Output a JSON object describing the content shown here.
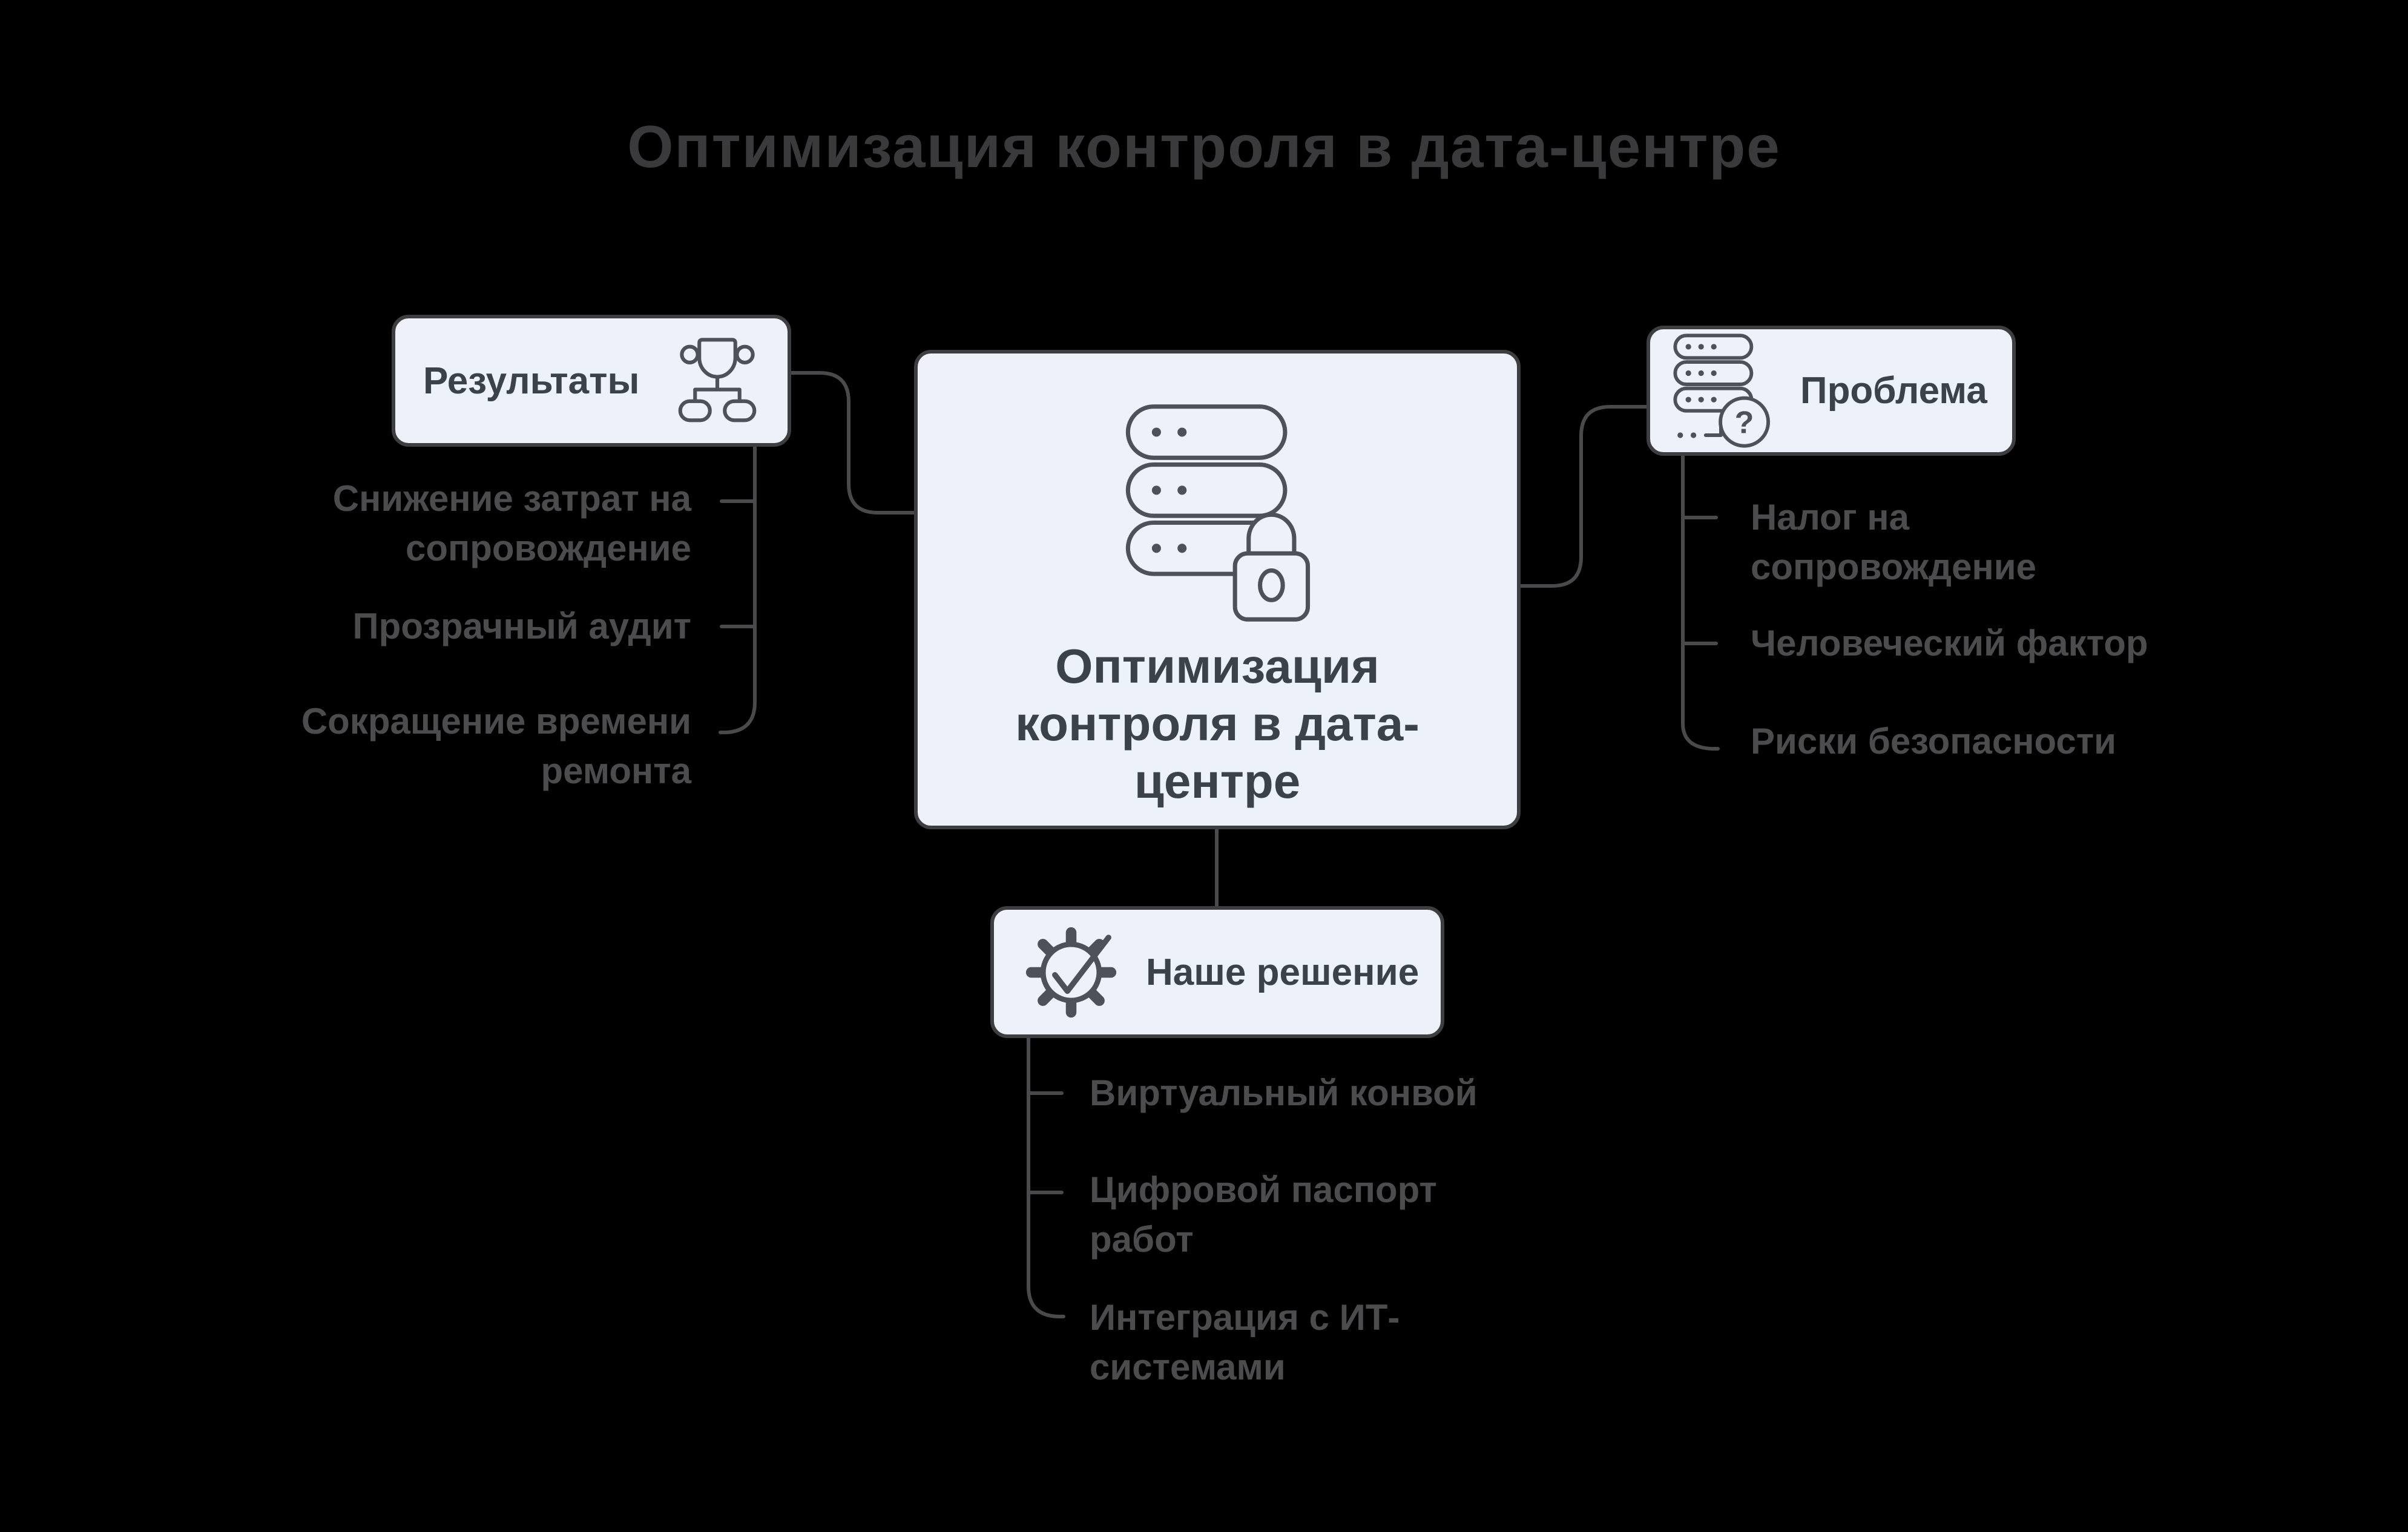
{
  "title": "Оптимизация контроля в дата-центре",
  "center": {
    "label": "Оптимизация\nконтроля в дата-\nцентре",
    "icon": "server-rack-lock-icon"
  },
  "branches": {
    "results": {
      "label": "Результаты",
      "icon": "trophy-hierarchy-icon",
      "items": [
        "Снижение затрат на\nсопровождение",
        "Прозрачный аудит",
        "Сокращение времени\nремонта"
      ]
    },
    "problem": {
      "label": "Проблема",
      "icon": "server-question-icon",
      "question_mark": "?",
      "items": [
        "Налог на\nсопровождение",
        "Человеческий фактор",
        "Риски безопасности"
      ]
    },
    "solution": {
      "label": "Наше решение",
      "icon": "gear-check-icon",
      "items": [
        "Виртуальный конвой",
        "Цифровой паспорт\nработ",
        "Интеграция с ИТ-\nсистемами"
      ]
    }
  },
  "colors": {
    "background": "#000000",
    "card_fill": "#edf1fa",
    "card_border": "#3e3e40",
    "card_text": "#3c424a",
    "title_text": "#3a3a3c",
    "item_text": "#4c4c4e",
    "connector_line": "#4a4a4c",
    "icon_stroke": "#4d525a"
  }
}
